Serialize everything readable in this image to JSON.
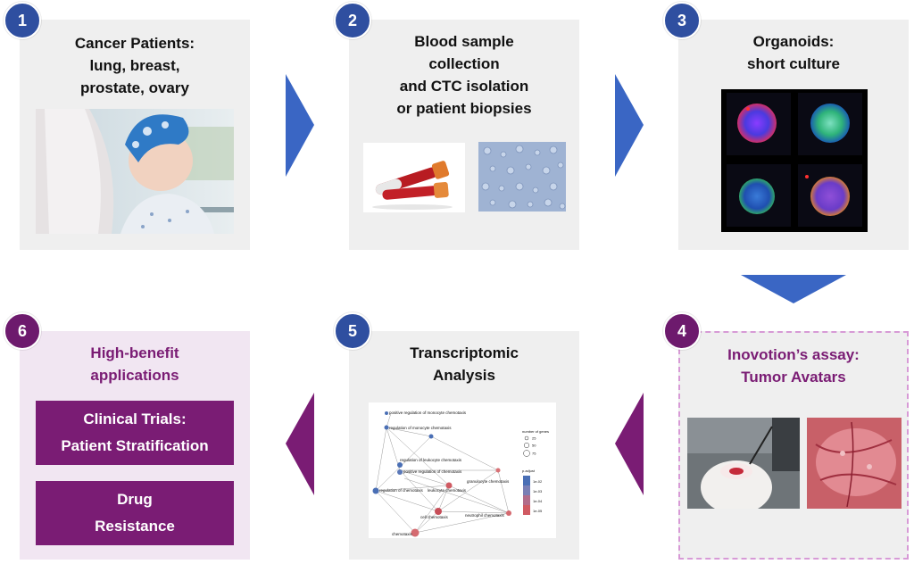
{
  "steps": [
    {
      "number": "1",
      "title": "Cancer Patients:\nlung, breast,\nprostate, ovary"
    },
    {
      "number": "2",
      "title": "Blood sample\ncollection\nand CTC isolation\nor patient biopsies"
    },
    {
      "number": "3",
      "title": "Organoids:\nshort culture"
    },
    {
      "number": "4",
      "title": "Inovotion’s assay:\nTumor Avatars"
    },
    {
      "number": "5",
      "title": "Transcriptomic\nAnalysis"
    },
    {
      "number": "6",
      "title": "High-benefit\napplications"
    }
  ],
  "applications": [
    {
      "line1": "Clinical Trials:",
      "line2": "Patient Stratification"
    },
    {
      "line1": "Drug",
      "line2": "Resistance"
    }
  ],
  "network": {
    "nodes": [
      {
        "label": "positive regulation of monocyte chemotaxis",
        "color": "#4a6fb5"
      },
      {
        "label": "regulation of monocyte chemotaxis",
        "color": "#4a6fb5"
      },
      {
        "label": "regulation of leukocyte chemotaxis",
        "color": "#4a6fb5"
      },
      {
        "label": "positive regulation of chemotaxis",
        "color": "#5a78b8"
      },
      {
        "label": "regulation of chemotaxis",
        "color": "#4a6fb5"
      },
      {
        "label": "leukocyte chemotaxis",
        "color": "#d05a62"
      },
      {
        "label": "granulocyte chemotaxis",
        "color": "#d97075"
      },
      {
        "label": "cell chemotaxis",
        "color": "#c74e58"
      },
      {
        "label": "neutrophil chemotaxis",
        "color": "#d56a70"
      },
      {
        "label": "chemotaxis",
        "color": "#d56a70"
      }
    ],
    "legend_size_title": "number of genes",
    "legend_sizes": [
      "25",
      "50",
      "75"
    ],
    "legend_color_title": "p.adjust",
    "legend_colors": [
      "1e-02",
      "1e-03",
      "1e-04",
      "1e-05"
    ]
  },
  "colors": {
    "blue": "#2f4fa0",
    "purple": "#7a1c74",
    "panel": "#efefef"
  }
}
